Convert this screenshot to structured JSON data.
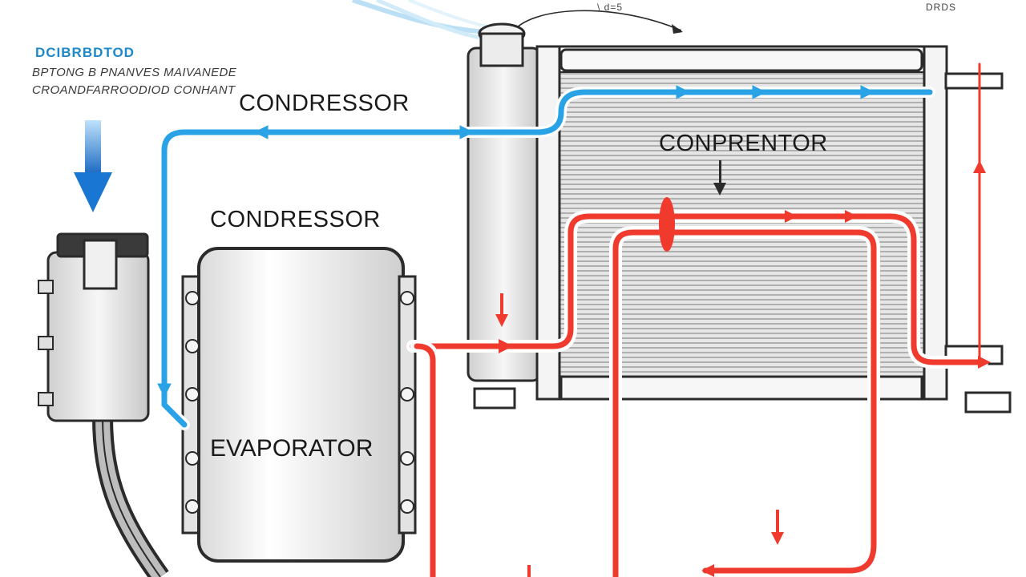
{
  "legend": {
    "title": "DCIBRBDTOD",
    "line1": "BPTONG B PNANVES MAIVANEDE",
    "line2": "CROANDFARROODIOD CONHANT"
  },
  "labels": {
    "condenser_top": "CONDRESSOR",
    "compressor_label": "CONDRESSOR",
    "radiator_label": "CONPRENTOR",
    "evaporator_label": "EVAPORATOR"
  },
  "annotations": {
    "top_center": "\\ d=5",
    "top_right": "DRDS"
  },
  "colors": {
    "cold_line": "#2aa3e6",
    "hot_line": "#f03a2e",
    "outline": "#2b2b2b",
    "arrow_down": "#1976d2"
  }
}
